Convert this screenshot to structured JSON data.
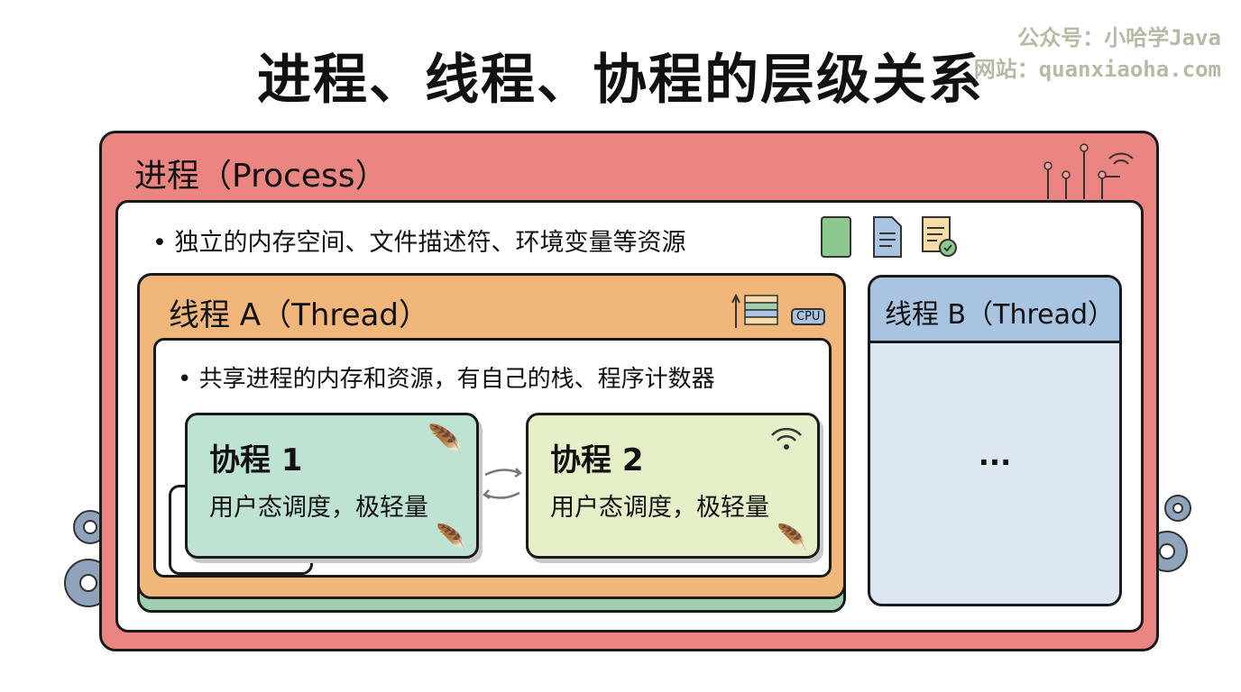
{
  "title": "进程、线程、协程的层级关系",
  "watermark": {
    "line1": "公众号：小哈学Java",
    "line2": "网站：quanxiaoha.com"
  },
  "process": {
    "label": "进程（Process）",
    "description": "独立的内存空间、文件描述符、环境变量等资源",
    "icons": [
      "memory-chip-icon",
      "document-icon",
      "config-check-icon"
    ]
  },
  "thread_a": {
    "label": "线程 A（Thread）",
    "cpu_label": "CPU",
    "description": "共享进程的内存和资源，有自己的栈、程序计数器",
    "coroutines": [
      {
        "label": "协程 1",
        "description": "用户态调度，极轻量"
      },
      {
        "label": "协程 2",
        "description": "用户态调度，极轻量"
      }
    ]
  },
  "thread_b": {
    "label": "线程 B（Thread）",
    "ellipsis": "..."
  },
  "colors": {
    "process": "#ea8582",
    "thread_a": "#f1b77a",
    "thread_b_header": "#a9c4e0",
    "coroutine1": "#bfe3d3",
    "coroutine2": "#e5f0c8"
  }
}
